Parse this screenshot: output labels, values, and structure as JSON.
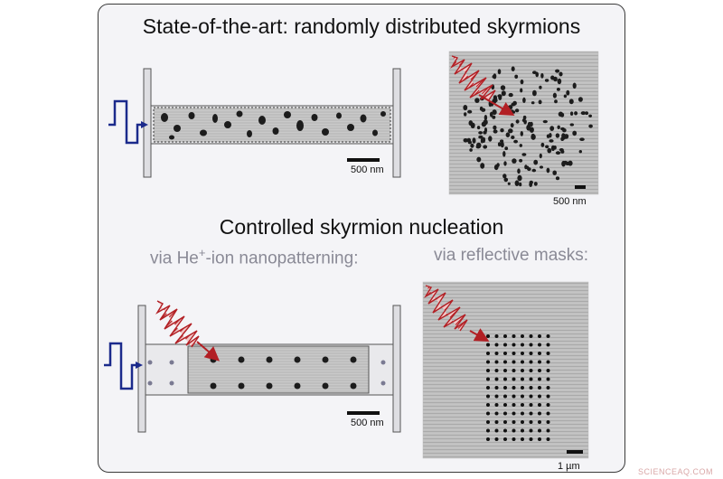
{
  "panel": {
    "title_top": "State-of-the-art: randomly distributed skyrmions",
    "title_bottom": "Controlled skyrmion nucleation",
    "subtitle_left_pre": "via He",
    "subtitle_left_sup": "+",
    "subtitle_left_post": "-ion nanopatterning:",
    "subtitle_right": "via reflective masks:"
  },
  "scalebars": {
    "top_left": "500 nm",
    "top_right": "500 nm",
    "bottom_left": "500 nm",
    "bottom_right": "1 µm"
  },
  "watermark": "SCIENCEAQ.COM",
  "colors": {
    "frame": "#3a3a3a",
    "panel_bg": "#f4f4f7",
    "laser_red": "#b21f24",
    "pulse_blue": "#1b2a8c",
    "skyrmion": "#1c1c1c",
    "subtitle_gray": "#8a8a96"
  },
  "icons": [
    "laser-pulse-icon",
    "current-pulse-icon",
    "arrow-icon"
  ]
}
